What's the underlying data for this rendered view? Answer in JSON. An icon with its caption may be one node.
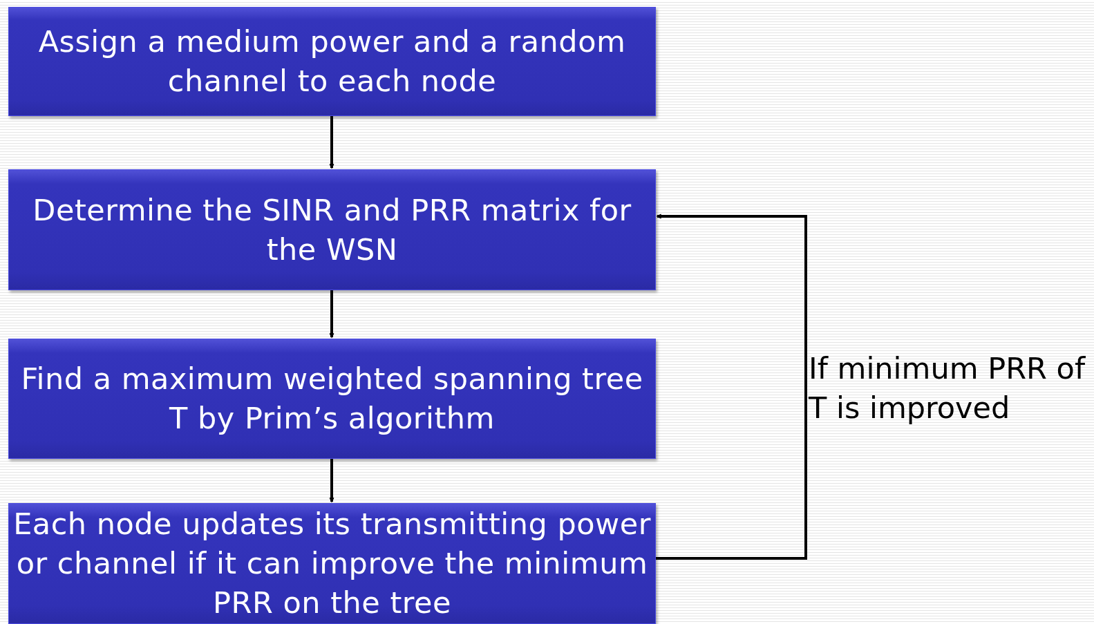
{
  "diagram": {
    "nodes": [
      {
        "text": [
          "Assign a medium power and a random channel to each node"
        ]
      },
      {
        "text": [
          "Determine the SINR and PRR matrix for the WSN"
        ]
      },
      {
        "text": [
          "Find a maximum weighted spanning tree T by Prim’s algorithm"
        ]
      },
      {
        "text": [
          "Each node updates its transmitting power or channel if it can improve the minimum PRR on the tree"
        ]
      }
    ],
    "edges": [
      {
        "from": 0,
        "to": 1,
        "arrow": "to"
      },
      {
        "from": 1,
        "to": 2,
        "arrow": "to"
      },
      {
        "from": 2,
        "to": 3,
        "arrow": "to"
      },
      {
        "from": 3,
        "to": 1,
        "arrow": "to",
        "label": "If minimum PRR of T is improved"
      }
    ]
  }
}
